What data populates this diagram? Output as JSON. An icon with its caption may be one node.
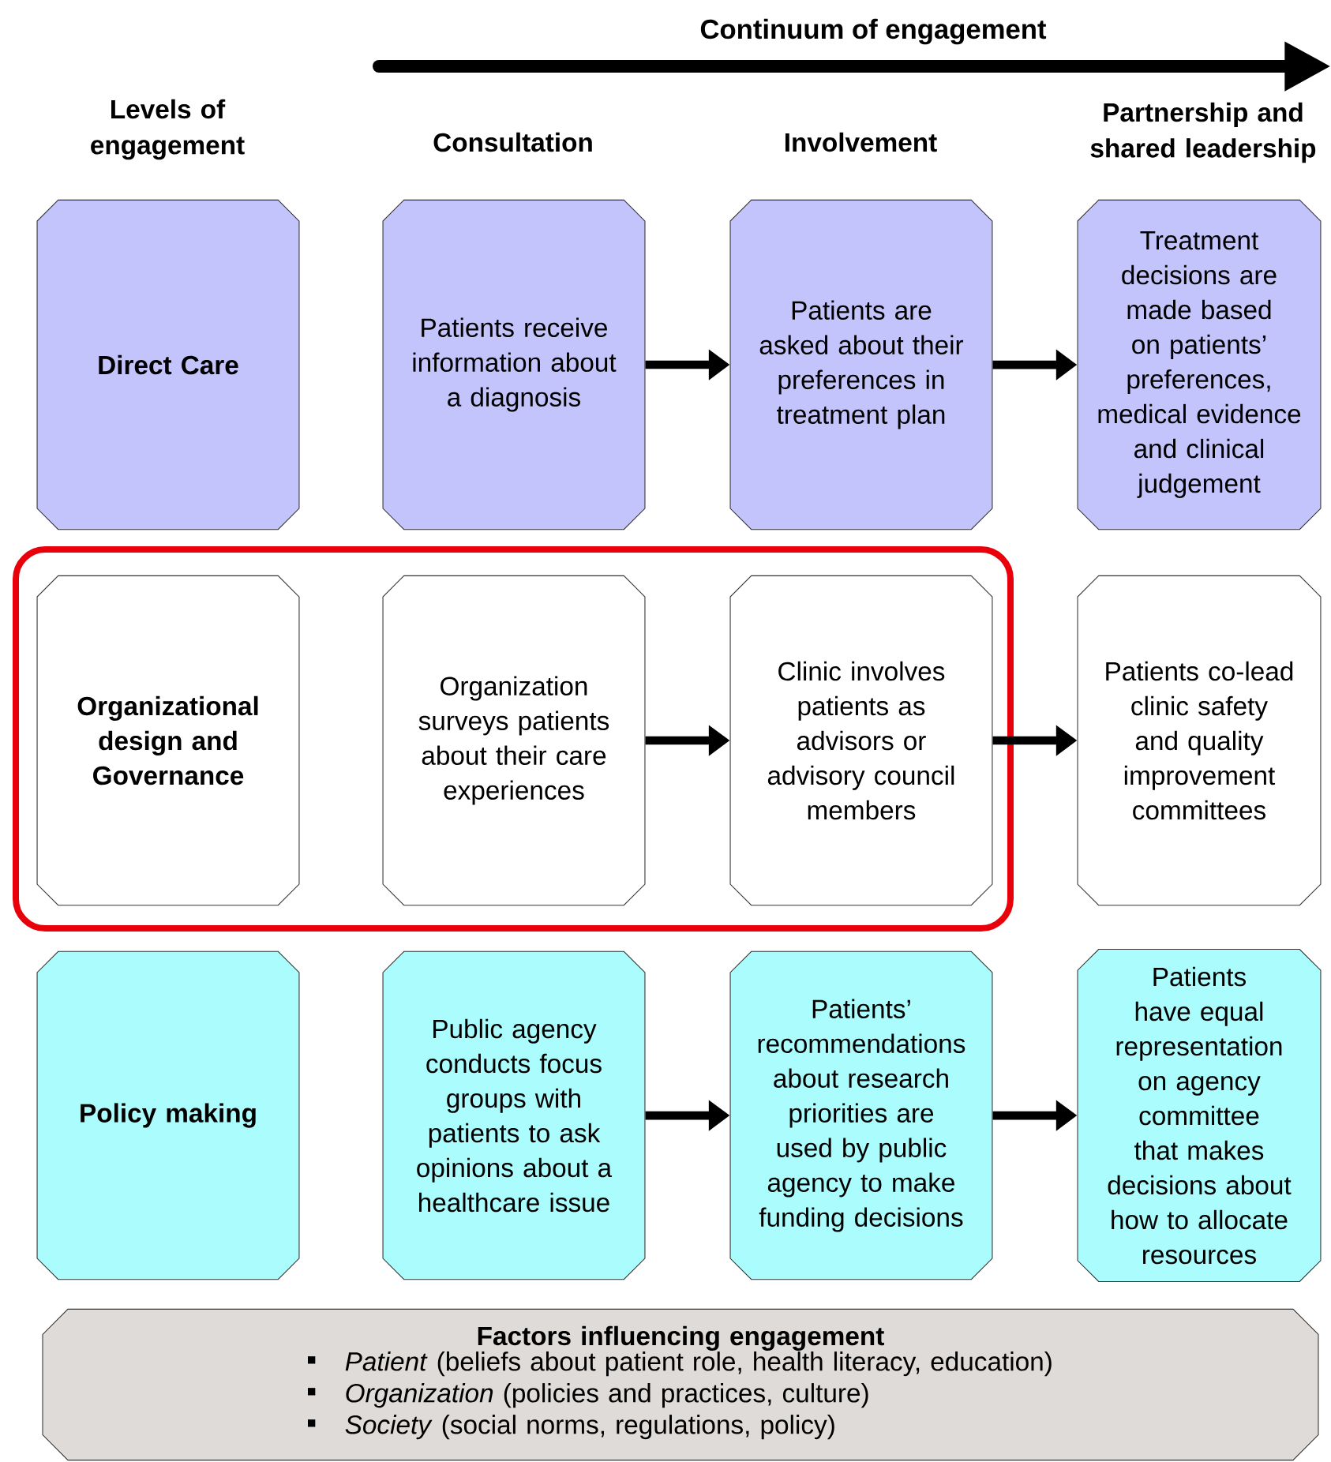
{
  "diagram": {
    "title": "Continuum of engagement",
    "nodes": [
      {
        "text": [
          "Direct Care"
        ]
      },
      {
        "text": [
          "Patients receive information about a diagnosis"
        ]
      },
      {
        "text": [
          "Patients are asked about their preferences in treatment plan"
        ]
      },
      {
        "text": [
          "Treatment decisions are made based on patients’ preferences, medical evidence and clinical judgement"
        ]
      },
      {
        "text": [
          "Organizational design and Governance"
        ]
      },
      {
        "text": [
          "Organization surveys patients about their care experiences"
        ]
      },
      {
        "text": [
          "Clinic involves patients as advisors or advisory council members"
        ]
      },
      {
        "text": [
          "Patients co-lead clinic safety and quality improvement committees"
        ]
      },
      {
        "text": [
          "Policy making"
        ]
      },
      {
        "text": [
          "Public agency conducts focus groups with patients to ask opinions about a healthcare issue"
        ]
      },
      {
        "text": [
          "Patients’ recommendations about research priorities are used by public agency to make funding decisions"
        ]
      },
      {
        "text": [
          "Patients have equal representation on agency committee that makes decisions about how to allocate resources"
        ]
      },
      {
        "text": [
          "Factors influencing engagement",
          "*Patient* (beliefs about patient role, health literacy, education)",
          "*Organization* (policies and practices, culture)",
          "*Society* (social norms, regulations, policy)"
        ]
      }
    ],
    "edges": [
      {
        "from": 1,
        "to": 2,
        "arrow": "to"
      },
      {
        "from": 2,
        "to": 3,
        "arrow": "to"
      },
      {
        "from": 5,
        "to": 6,
        "arrow": "to"
      },
      {
        "from": 6,
        "to": 7,
        "arrow": "to"
      },
      {
        "from": 9,
        "to": 10,
        "arrow": "to"
      },
      {
        "from": 10,
        "to": 11,
        "arrow": "to"
      }
    ],
    "labels": [
      "Levels of engagement",
      "Consultation",
      "Involvement",
      "Partnership and shared leadership"
    ]
  }
}
